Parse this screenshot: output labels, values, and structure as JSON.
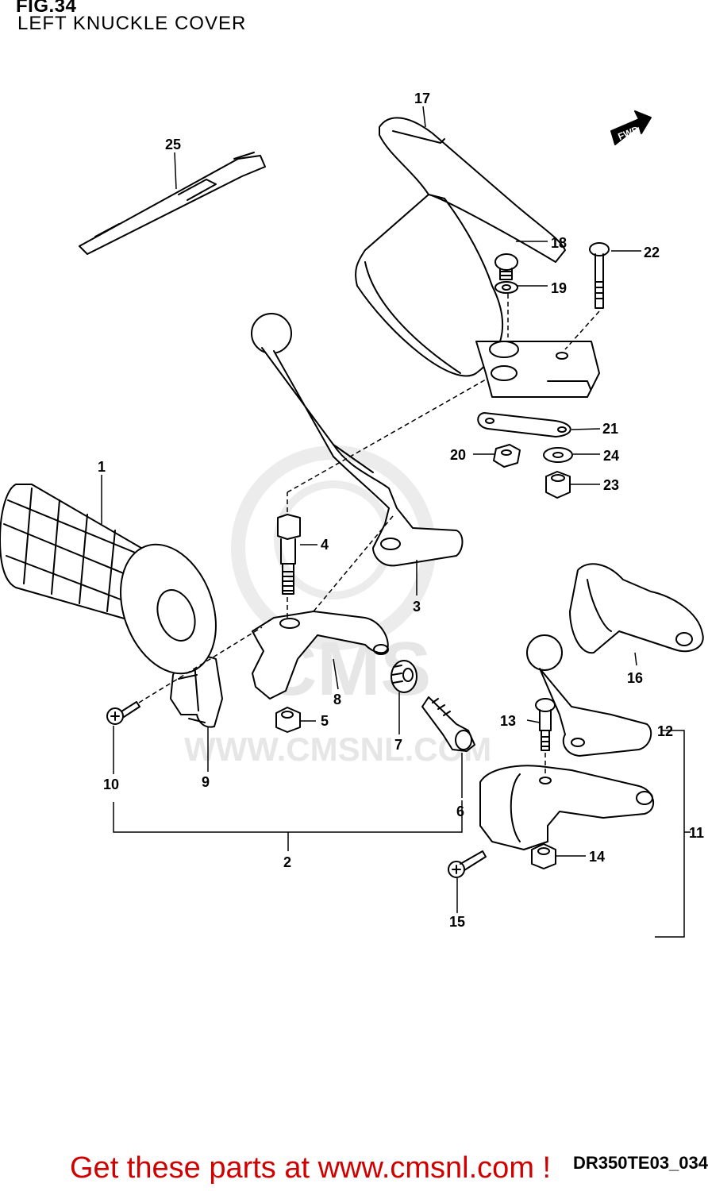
{
  "header": {
    "figure": "FIG.34",
    "title": "LEFT KNUCKLE COVER"
  },
  "direction_marker": "FWD",
  "watermark": {
    "logo": "CMS",
    "url": "WWW.CMSNL.COM"
  },
  "callouts": [
    {
      "id": "1",
      "label": "1",
      "part": "grip"
    },
    {
      "id": "2",
      "label": "2",
      "part": "clutch lever holder assembly"
    },
    {
      "id": "3",
      "label": "3",
      "part": "clutch lever"
    },
    {
      "id": "4",
      "label": "4",
      "part": "pivot bolt"
    },
    {
      "id": "5",
      "label": "5",
      "part": "nut"
    },
    {
      "id": "6",
      "label": "6",
      "part": "adjuster bolt"
    },
    {
      "id": "7",
      "label": "7",
      "part": "adjuster nut"
    },
    {
      "id": "8",
      "label": "8",
      "part": "lever holder"
    },
    {
      "id": "9",
      "label": "9",
      "part": "holder clamp"
    },
    {
      "id": "10",
      "label": "10",
      "part": "clamp screw"
    },
    {
      "id": "11",
      "label": "11",
      "part": "decompression lever assembly"
    },
    {
      "id": "12",
      "label": "12",
      "part": "decompression lever"
    },
    {
      "id": "13",
      "label": "13",
      "part": "lever bolt"
    },
    {
      "id": "14",
      "label": "14",
      "part": "nut"
    },
    {
      "id": "15",
      "label": "15",
      "part": "screw"
    },
    {
      "id": "16",
      "label": "16",
      "part": "lever cover"
    },
    {
      "id": "17",
      "label": "17",
      "part": "knuckle cover"
    },
    {
      "id": "18",
      "label": "18",
      "part": "screw"
    },
    {
      "id": "19",
      "label": "19",
      "part": "washer"
    },
    {
      "id": "20",
      "label": "20",
      "part": "nut"
    },
    {
      "id": "21",
      "label": "21",
      "part": "plate"
    },
    {
      "id": "22",
      "label": "22",
      "part": "bolt"
    },
    {
      "id": "23",
      "label": "23",
      "part": "nut"
    },
    {
      "id": "24",
      "label": "24",
      "part": "washer"
    },
    {
      "id": "25",
      "label": "25",
      "part": "band"
    }
  ],
  "footer": {
    "cta": "Get these parts at www.cmsnl.com !",
    "doc_code": "DR350TE03_034"
  },
  "colors": {
    "line": "#000000",
    "watermark": "#e6e6e6",
    "cta": "#d00000"
  }
}
